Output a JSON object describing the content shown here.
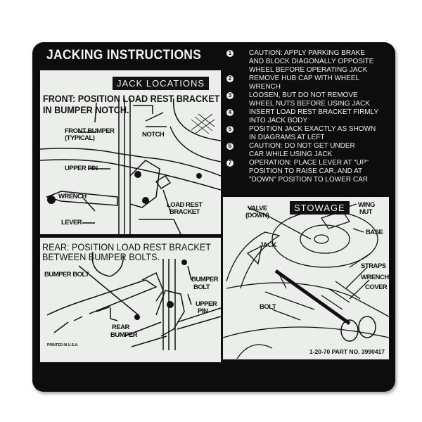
{
  "title": "JACKING INSTRUCTIONS",
  "front": {
    "tag": "JACK LOCATIONS",
    "heading_line1": "FRONT: POSITION LOAD REST BRACKET",
    "heading_line2": "IN BUMPER NOTCH.",
    "labels": {
      "front_bumper": "FRONT BUMPER",
      "typical": "(TYPICAL)",
      "notch": "NOTCH",
      "upper_pin": "UPPER PIN",
      "wrench": "WRENCH",
      "lever": "LEVER",
      "load_rest": "LOAD REST",
      "bracket": "BRACKET"
    }
  },
  "rear": {
    "heading_line1": "REAR: POSITION LOAD REST BRACKET",
    "heading_line2": "BETWEEN BUMPER BOLTS.",
    "labels": {
      "bumper_bolt_left": "BUMPER BOLT",
      "bumper": "BUMPER",
      "bolt": "BOLT",
      "upper": "UPPER",
      "pin": "PIN",
      "rear": "REAR",
      "rear_bumper": "BUMPER"
    },
    "printed": "PRINTED IN U.S.A."
  },
  "steps": [
    {
      "num": "1",
      "lines": [
        "CAUTION: APPLY PARKING BRAKE",
        "AND BLOCK DIAGONALLY OPPOSITE",
        "WHEEL BEFORE OPERATING JACK"
      ]
    },
    {
      "num": "2",
      "lines": [
        "REMOVE HUB CAP WITH WHEEL WRENCH"
      ]
    },
    {
      "num": "3",
      "lines": [
        "LOOSEN, BUT DO NOT REMOVE",
        "WHEEL NUTS BEFORE USING JACK"
      ]
    },
    {
      "num": "4",
      "lines": [
        "INSERT LOAD REST BRACKET FIRMLY",
        "INTO JACK BODY"
      ]
    },
    {
      "num": "5",
      "lines": [
        "POSITION JACK EXACTLY AS SHOWN",
        "IN DIAGRAMS AT LEFT"
      ]
    },
    {
      "num": "6",
      "lines": [
        "CAUTION: DO NOT GET UNDER",
        "CAR WHILE USING JACK"
      ]
    },
    {
      "num": "7",
      "lines": [
        "OPERATION: PLACE LEVER AT \"UP\"",
        "POSITION TO RAISE CAR, AND AT",
        "\"DOWN\" POSITION TO LOWER CAR"
      ]
    }
  ],
  "stowage": {
    "tag": "STOWAGE",
    "labels": {
      "valve": "VALVE",
      "down": "(DOWN)",
      "wing": "WING",
      "nut": "NUT",
      "base": "BASE",
      "jack": "JACK",
      "straps": "STRAPS",
      "wrench": "WRENCH",
      "cover": "COVER",
      "bolt": "BOLT"
    },
    "part_no": "1-20-70  PART NO. 3990417"
  }
}
